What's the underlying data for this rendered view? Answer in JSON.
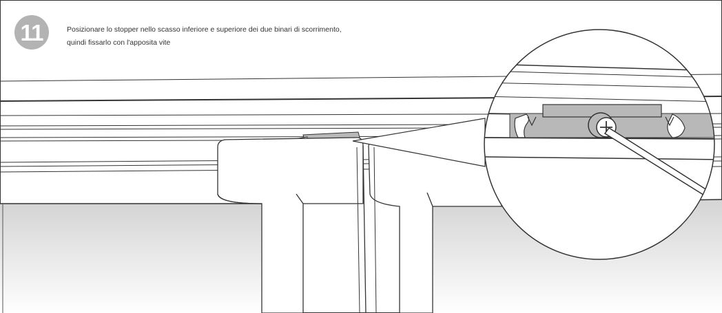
{
  "step": {
    "number": "11",
    "badge_color": "#b3b3b3"
  },
  "instruction": {
    "line1": "Posizionare lo stopper nello scasso inferiore e superiore dei due binari di scorrimento,",
    "line2": "quindi fissarlo con l'apposita vite"
  },
  "illustration": {
    "components": [
      "upper-track",
      "sliding-track-rails",
      "stopper",
      "stopper-screw",
      "door-profile-left",
      "door-profile-right",
      "glass-panel-left",
      "glass-panel-right",
      "magnified-detail",
      "screwdriver"
    ],
    "colors": {
      "line": "#333333",
      "glass": "#e0e0e0",
      "stopper": "#b8b8b8"
    }
  }
}
